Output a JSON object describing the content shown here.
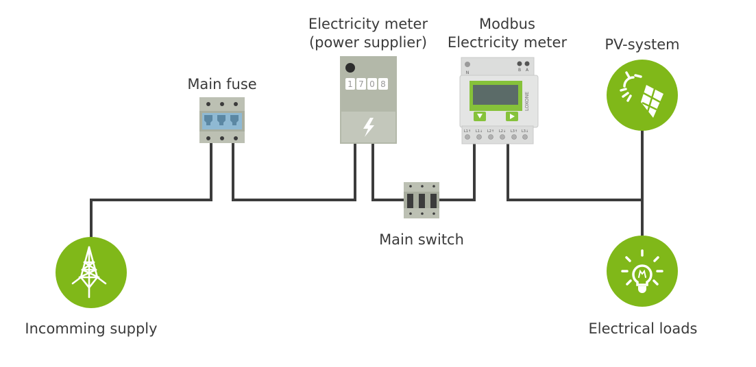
{
  "title": "Modbus electricity meter wiring overview",
  "colors": {
    "wire": "#3c3c3c",
    "accent_green": "#80b819",
    "device_gray": "#b9beb0",
    "fuse_blue": "#8fb9d3",
    "text": "#3a3a3a"
  },
  "nodes": {
    "incoming_supply": {
      "label": "Incomming supply",
      "icon": "transmission-tower-icon"
    },
    "main_fuse": {
      "label": "Main fuse",
      "icon": "three-pole-fuse-icon"
    },
    "utility_meter": {
      "label_line1": "Electricity meter",
      "label_line2": "(power supplier)",
      "icon": "utility-meter-icon",
      "counter_digits": [
        "1",
        "7",
        "0",
        "8"
      ],
      "symbol": "lightning-bolt-icon"
    },
    "main_switch": {
      "label": "Main switch",
      "icon": "three-pole-switch-icon"
    },
    "modbus_meter": {
      "label_line1": "Modbus",
      "label_line2": "Electricity meter",
      "icon": "din-rail-energy-meter-icon",
      "brand": "LOXONE",
      "top_terminals": [
        "N",
        "B",
        "A"
      ],
      "bottom_terminals": [
        "L1↑",
        "L1↓",
        "L2↑",
        "L2↓",
        "L3↑",
        "L3↓"
      ]
    },
    "pv_system": {
      "label": "PV-system",
      "icon": "solar-panel-sun-icon"
    },
    "electrical_loads": {
      "label": "Electrical loads",
      "icon": "light-bulb-icon"
    }
  }
}
